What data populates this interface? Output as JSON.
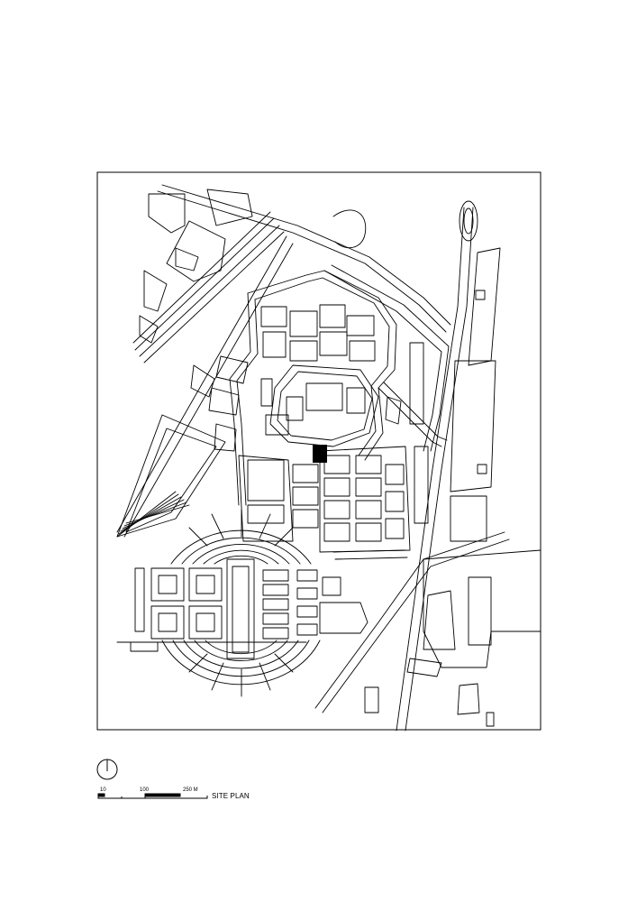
{
  "legend": {
    "site_label": "SITE PLAN",
    "scale_ticks": [
      "10",
      "100",
      "250 M"
    ]
  },
  "colors": {
    "line": "#000000",
    "background": "#ffffff",
    "highlight": "#000000"
  },
  "icons": {
    "north": "north-arrow-icon"
  }
}
